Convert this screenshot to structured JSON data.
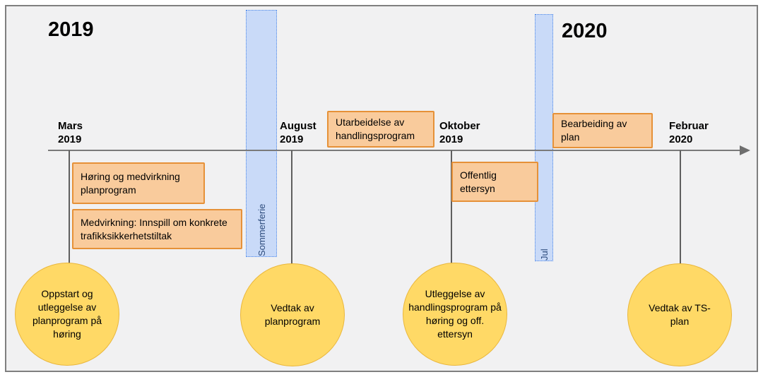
{
  "diagram": {
    "type": "timeline",
    "language": "Norwegian",
    "years": [
      {
        "label": "2019"
      },
      {
        "label": "2020"
      }
    ],
    "vacation_bands": [
      {
        "label": "Sommerferie"
      },
      {
        "label": "Jul"
      }
    ],
    "axis_labels": [
      {
        "month": "Mars",
        "year": "2019"
      },
      {
        "month": "August",
        "year": "2019"
      },
      {
        "month": "Oktober",
        "year": "2019"
      },
      {
        "month": "Februar",
        "year": "2020"
      }
    ],
    "activity_boxes": [
      {
        "position": "above-axis",
        "label": "Utarbeidelse av handlingsprogram"
      },
      {
        "position": "above-axis",
        "label": "Bearbeiding av plan"
      },
      {
        "position": "below-axis",
        "label": "Høring og medvirkning planprogram"
      },
      {
        "position": "below-axis",
        "label": "Medvirkning: Innspill om konkrete trafikksikkerhetstiltak"
      },
      {
        "position": "below-axis",
        "label": "Offentlig ettersyn"
      }
    ],
    "milestones": [
      {
        "at": "Mars 2019",
        "label": "Oppstart og utleggelse av planprogram på høring"
      },
      {
        "at": "August 2019",
        "label": "Vedtak av planprogram"
      },
      {
        "at": "Oktober 2019",
        "label": "Utleggelse av handlingsprogram på høring og off. ettersyn"
      },
      {
        "at": "Februar 2020",
        "label": "Vedtak av TS-plan"
      }
    ],
    "colors": {
      "background": "#f1f1f2",
      "frame_border": "#7f7f7f",
      "axis_line": "#7a7a7a",
      "activity_fill": "#f9cb9c",
      "activity_border": "#e69138",
      "milestone_fill": "#ffd966",
      "milestone_border": "#eab73c",
      "band_fill": "#c9daf8",
      "band_border": "#4a86e8",
      "band_text": "#2b4a7b"
    }
  }
}
